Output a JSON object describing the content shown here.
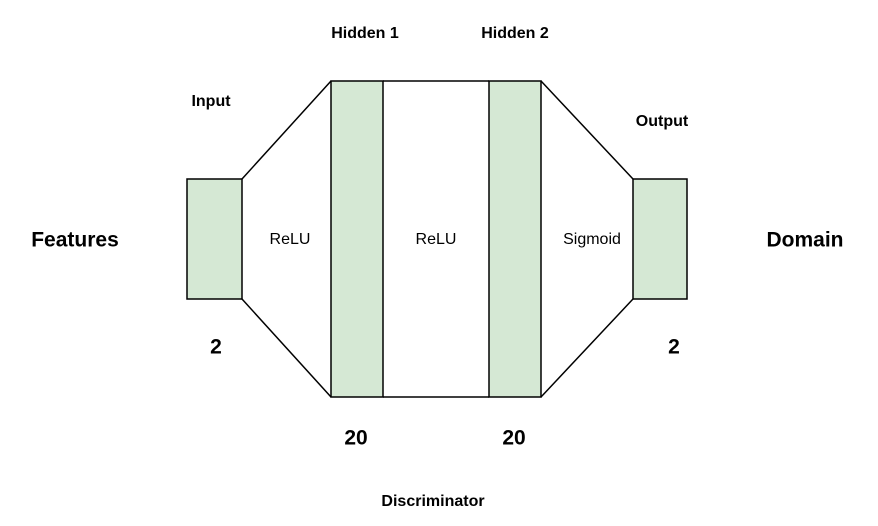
{
  "diagram": {
    "left_label": "Features",
    "right_label": "Domain",
    "caption": "Discriminator",
    "layers": {
      "input": {
        "name": "Input",
        "size": "2"
      },
      "hidden1": {
        "name": "Hidden 1",
        "size": "20"
      },
      "hidden2": {
        "name": "Hidden 2",
        "size": "20"
      },
      "output": {
        "name": "Output",
        "size": "2"
      }
    },
    "activations": {
      "input_to_hidden1": "ReLU",
      "hidden1_to_hidden2": "ReLU",
      "hidden2_to_output": "Sigmoid"
    },
    "colors": {
      "layer_fill": "#d5e8d4",
      "stroke": "#000000",
      "background": "#ffffff"
    }
  }
}
